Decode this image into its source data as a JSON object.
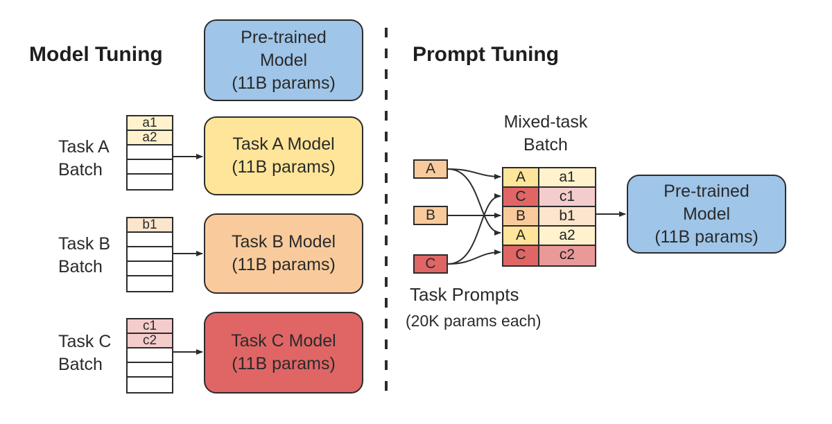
{
  "model_tuning": {
    "title": "Model Tuning",
    "pretrained": "Pre-trained\nModel\n(11B params)",
    "tasks": [
      {
        "label": "Task A\nBatch",
        "cells": [
          "a1",
          "a2",
          "",
          "",
          ""
        ],
        "model": "Task A Model\n(11B params)"
      },
      {
        "label": "Task B\nBatch",
        "cells": [
          "b1",
          "",
          "",
          "",
          ""
        ],
        "model": "Task B Model\n(11B params)"
      },
      {
        "label": "Task C\nBatch",
        "cells": [
          "c1",
          "c2",
          "",
          "",
          ""
        ],
        "model": "Task C Model\n(11B params)"
      }
    ]
  },
  "prompt_tuning": {
    "title": "Prompt Tuning",
    "prompts": [
      "A",
      "B",
      "C"
    ],
    "mixed_label": "Mixed-task\nBatch",
    "mixed_rows": [
      {
        "task": "A",
        "example": "a1"
      },
      {
        "task": "C",
        "example": "c1"
      },
      {
        "task": "B",
        "example": "b1"
      },
      {
        "task": "A",
        "example": "a2"
      },
      {
        "task": "C",
        "example": "c2"
      }
    ],
    "task_prompts_label": "Task Prompts",
    "task_prompts_params": "(20K params each)",
    "pretrained": "Pre-trained\nModel\n(11B params)"
  },
  "colors": {
    "blue": "#9fc5e8",
    "yellow": "#ffe599",
    "orange": "#f9cb9c",
    "red": "#e06666",
    "light_yellow": "#fff2cc",
    "light_orange": "#fce5cd",
    "light_red": "#f4cccc",
    "mid_red": "#ea9999",
    "line": "#2b2b2b"
  }
}
